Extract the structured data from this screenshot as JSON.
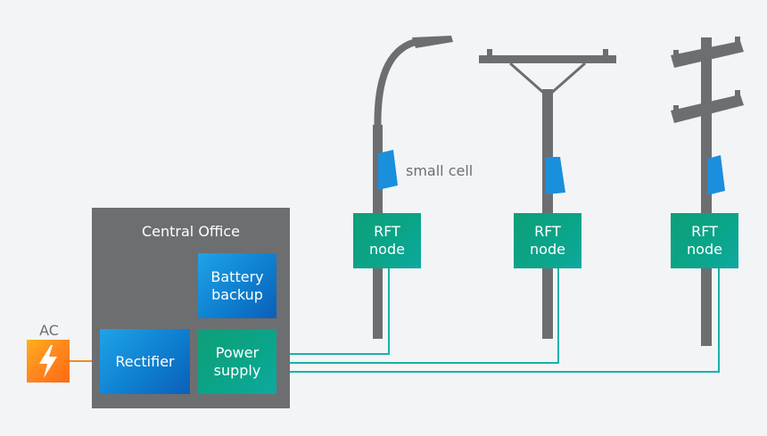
{
  "labels": {
    "central_office": "Central Office",
    "battery_backup": "Battery\nbackup",
    "rectifier": "Rectifier",
    "power_supply": "Power\nsupply",
    "ac": "AC",
    "small_cell": "small cell",
    "rft_node_1": "RFT\nnode",
    "rft_node_2": "RFT\nnode",
    "rft_node_3": "RFT\nnode"
  },
  "colors": {
    "office_gray": "#6d6e70",
    "blue": "#1a8fdc",
    "green": "#0aa58a",
    "teal_line": "#19b3a6",
    "orange_line": "#f28c28",
    "ac_orange": "#ff8a1f",
    "background": "#f3f4f6"
  },
  "icons": {
    "ac_symbol": "lightning-bolt-icon",
    "small_cell": "small-cell-antenna-icon"
  }
}
